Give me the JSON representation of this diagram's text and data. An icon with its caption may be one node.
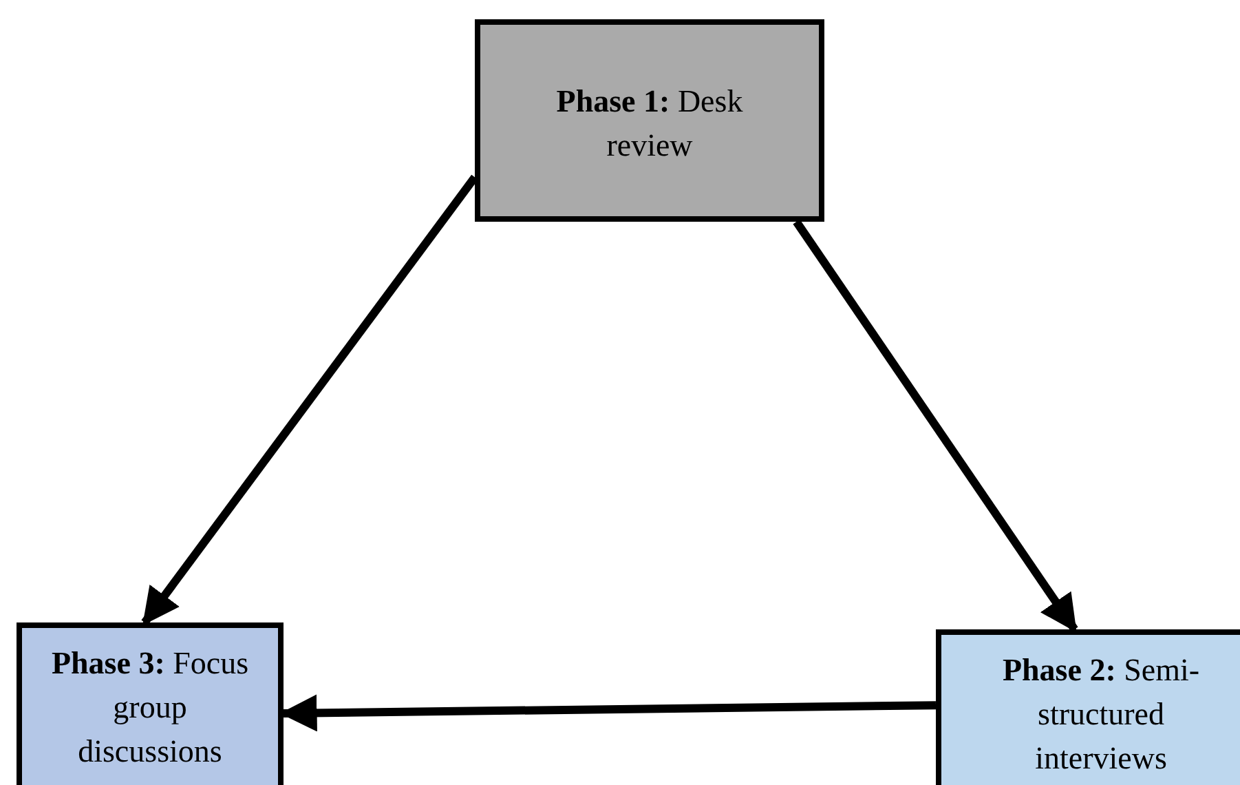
{
  "diagram": {
    "nodes": [
      {
        "text": [
          "**Phase 1:** Desk review"
        ]
      },
      {
        "text": [
          "**Phase 3:** Focus group discussions"
        ]
      },
      {
        "text": [
          "**Phase 2:** Semi-structured interviews"
        ]
      }
    ],
    "edges": [
      {
        "from": 0,
        "to": 1,
        "arrow": "to"
      },
      {
        "from": 0,
        "to": 2,
        "arrow": "to"
      },
      {
        "from": 2,
        "to": 1,
        "arrow": "to"
      }
    ]
  }
}
